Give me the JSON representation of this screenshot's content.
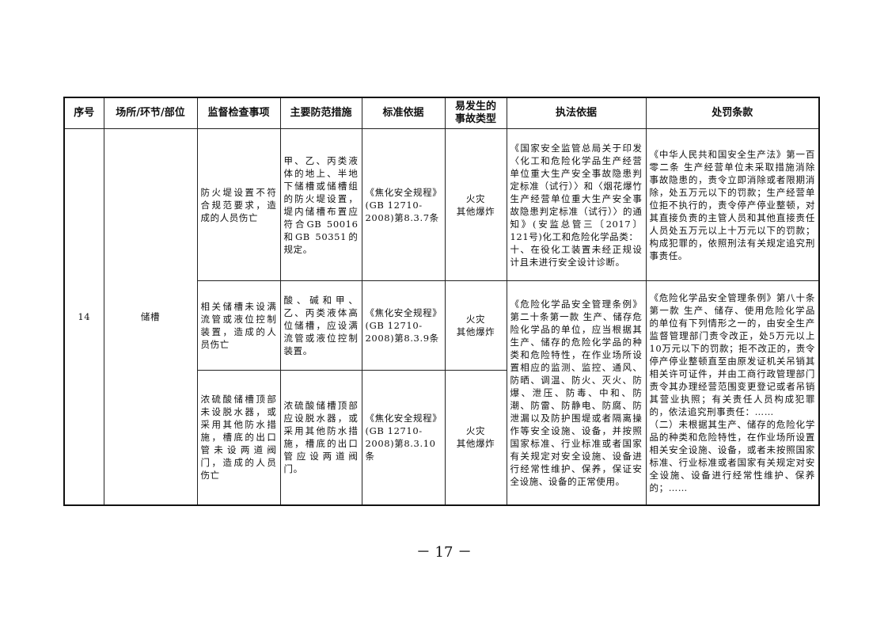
{
  "headers": {
    "seq": "序号",
    "location": "场所/环节/部位",
    "inspection_item": "监督检查事项",
    "prevention": "主要防范措施",
    "standard": "标准依据",
    "accident_type": "易发生的\n事故类型",
    "legal_basis": "执法依据",
    "penalty": "处罚条款"
  },
  "row": {
    "seq": "14",
    "location": "储槽",
    "items": [
      {
        "inspection_item": "防火堤设置不符合规范要求，造成的人员伤亡",
        "prevention": "甲、乙、丙类液体的地上、半地下储槽或储槽组的防火堤设置，堤内储槽布置应符合GB 50016和GB 50351的规定。",
        "standard": "《焦化安全规程》(GB 12710-2008)第8.3.7条",
        "accident_type": "火灾\n其他爆炸"
      },
      {
        "inspection_item": "相关储槽未设满流管或液位控制装置，造成的人员伤亡",
        "prevention": "酸、碱和甲、乙、丙类液体高位储槽，应设满流管或液位控制装置。",
        "standard": "《焦化安全规程》(GB 12710-2008)第8.3.9条",
        "accident_type": "火灾\n其他爆炸"
      },
      {
        "inspection_item": "浓硫酸储槽顶部未设脱水器，或采用其他防水措施，槽底的出口管未设两道阀门，造成的人员伤亡",
        "prevention": "浓硫酸储槽顶部应设脱水器，或采用其他防水措施，槽底的出口管应设两道阀门。",
        "standard": "《焦化安全规程》(GB 12710-2008)第8.3.10条",
        "accident_type": "火灾\n其他爆炸"
      }
    ],
    "legal_basis_1": "《国家安全监管总局关于印发〈化工和危险化学品生产经营单位重大生产安全事故隐患判定标准（试行）〉和〈烟花爆竹生产经营单位重大生产安全事故隐患判定标准（试行）〉的通知》(安监总管三〔2017〕121号)化工和危险化学品类：\n十、在役化工装置未经正规设计且未进行安全设计诊断。",
    "penalty_1": "《中华人民共和国安全生产法》第一百零二条  生产经营单位未采取措施消除事故隐患的，责令立即消除或者限期消除，处五万元以下的罚款；生产经营单位拒不执行的，责令停产停业整顿，对其直接负责的主管人员和其他直接责任人员处五万元以上十万元以下的罚款；构成犯罪的，依照刑法有关规定追究刑事责任。",
    "legal_basis_2": "《危险化学品安全管理条例》第二十条第一款  生产、储存危险化学品的单位，应当根据其生产、储存的危险化学品的种类和危险特性，在作业场所设置相应的监测、监控、通风、防晒、调温、防火、灭火、防爆、泄压、防毒、中和、防潮、防雷、防静电、防腐、防泄漏以及防护围堤或者隔离操作等安全设施、设备，并按照国家标准、行业标准或者国家有关规定对安全设施、设备进行经常性维护、保养，保证安全设施、设备的正常使用。",
    "penalty_2": "《危险化学品安全管理条例》第八十条第一款  生产、储存、使用危险化学品的单位有下列情形之一的，由安全生产监督管理部门责令改正，处5万元以上10万元以下的罚款；拒不改正的，责令停产停业整顿直至由原发证机关吊销其相关许可证件，并由工商行政管理部门责令其办理经营范围变更登记或者吊销其营业执照；有关责任人员构成犯罪的，依法追究刑事责任：……\n（二）未根据其生产、储存的危险化学品的种类和危险特性，在作业场所设置相关安全设施、设备，或者未按照国家标准、行业标准或者国家有关规定对安全设施、设备进行经常性维护、保养的；……"
  },
  "footer": {
    "page_number": "－ 17 －"
  }
}
